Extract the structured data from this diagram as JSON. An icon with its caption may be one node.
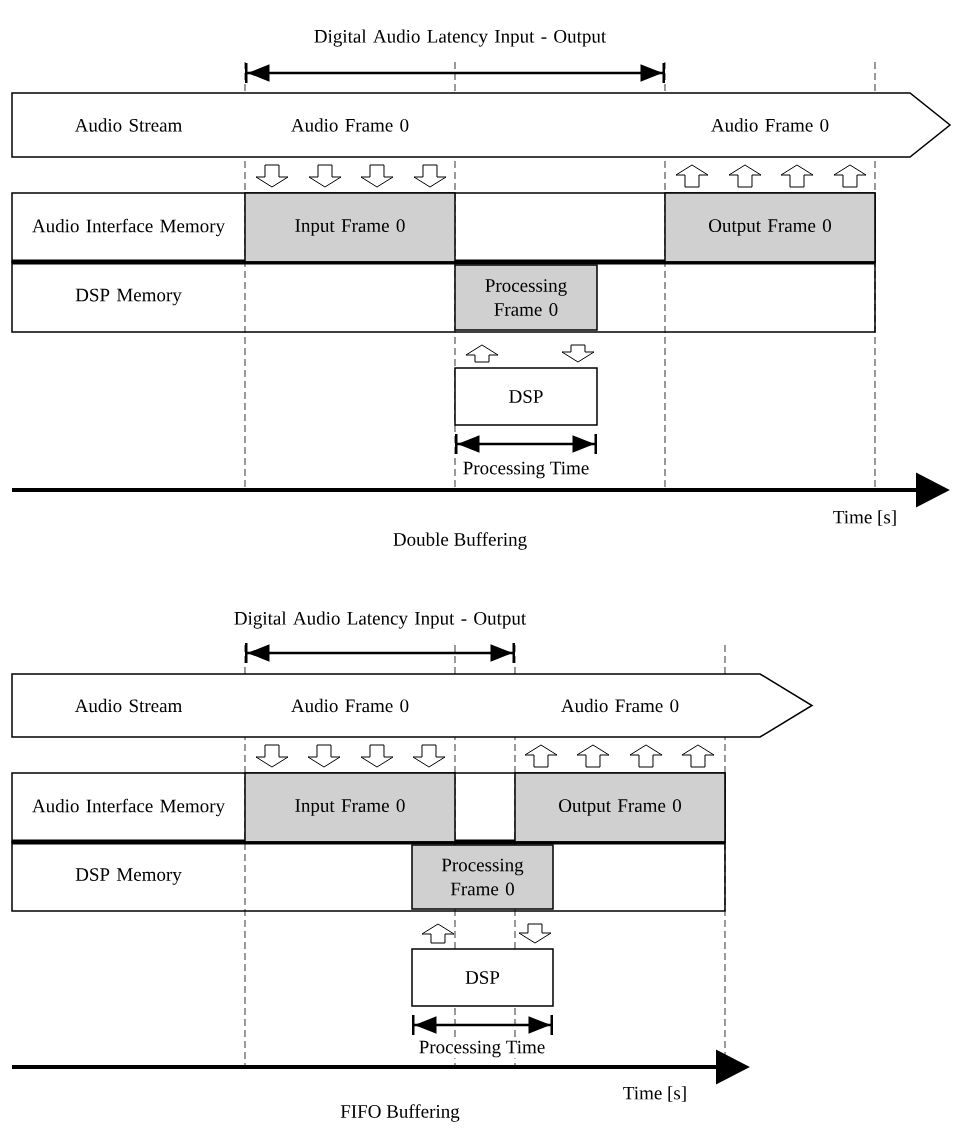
{
  "diagram": {
    "nodes": [
      {
        "text": [
          "Audio Stream"
        ]
      },
      {
        "text": [
          "Audio Frame 0"
        ],
        "in": 0
      },
      {
        "text": [
          "Audio Frame 0"
        ],
        "in": 0
      },
      {
        "text": [
          "Audio Interface Memory"
        ]
      },
      {
        "text": [
          "Input Frame 0"
        ],
        "in": 3
      },
      {
        "text": [
          "Output Frame 0"
        ],
        "in": 3
      },
      {
        "text": [
          "DSP Memory"
        ]
      },
      {
        "text": [
          "Processing Frame 0"
        ],
        "in": 6
      },
      {
        "text": [
          "DSP"
        ]
      },
      {
        "text": [
          "Audio Stream"
        ]
      },
      {
        "text": [
          "Audio Frame 0"
        ],
        "in": 9
      },
      {
        "text": [
          "Audio Frame 0"
        ],
        "in": 9
      },
      {
        "text": [
          "Audio Interface Memory"
        ]
      },
      {
        "text": [
          "Input Frame 0"
        ],
        "in": 12
      },
      {
        "text": [
          "Output Frame 0"
        ],
        "in": 12
      },
      {
        "text": [
          "DSP Memory"
        ]
      },
      {
        "text": [
          "Processing Frame 0"
        ],
        "in": 15
      },
      {
        "text": [
          "DSP"
        ]
      }
    ],
    "edges": [
      {
        "from": 1,
        "to": 4,
        "arrow": "to"
      },
      {
        "from": 1,
        "to": 4,
        "arrow": "to"
      },
      {
        "from": 1,
        "to": 4,
        "arrow": "to"
      },
      {
        "from": 1,
        "to": 4,
        "arrow": "to"
      },
      {
        "from": 5,
        "to": 2,
        "arrow": "to"
      },
      {
        "from": 5,
        "to": 2,
        "arrow": "to"
      },
      {
        "from": 5,
        "to": 2,
        "arrow": "to"
      },
      {
        "from": 5,
        "to": 2,
        "arrow": "to"
      },
      {
        "from": 8,
        "to": 7,
        "arrow": "to"
      },
      {
        "from": 7,
        "to": 8,
        "arrow": "to"
      },
      {
        "from": 10,
        "to": 13,
        "arrow": "to"
      },
      {
        "from": 10,
        "to": 13,
        "arrow": "to"
      },
      {
        "from": 10,
        "to": 13,
        "arrow": "to"
      },
      {
        "from": 10,
        "to": 13,
        "arrow": "to"
      },
      {
        "from": 14,
        "to": 11,
        "arrow": "to"
      },
      {
        "from": 14,
        "to": 11,
        "arrow": "to"
      },
      {
        "from": 14,
        "to": 11,
        "arrow": "to"
      },
      {
        "from": 14,
        "to": 11,
        "arrow": "to"
      },
      {
        "from": 17,
        "to": 16,
        "arrow": "to"
      },
      {
        "from": 16,
        "to": 17,
        "arrow": "to"
      }
    ],
    "labels": [
      "Digital Audio Latency Input - Output",
      "Processing Time",
      "Time [s]",
      "Double Buffering",
      "Digital Audio Latency Input - Output",
      "Processing Time",
      "Time [s]",
      "FIFO Buffering"
    ]
  }
}
